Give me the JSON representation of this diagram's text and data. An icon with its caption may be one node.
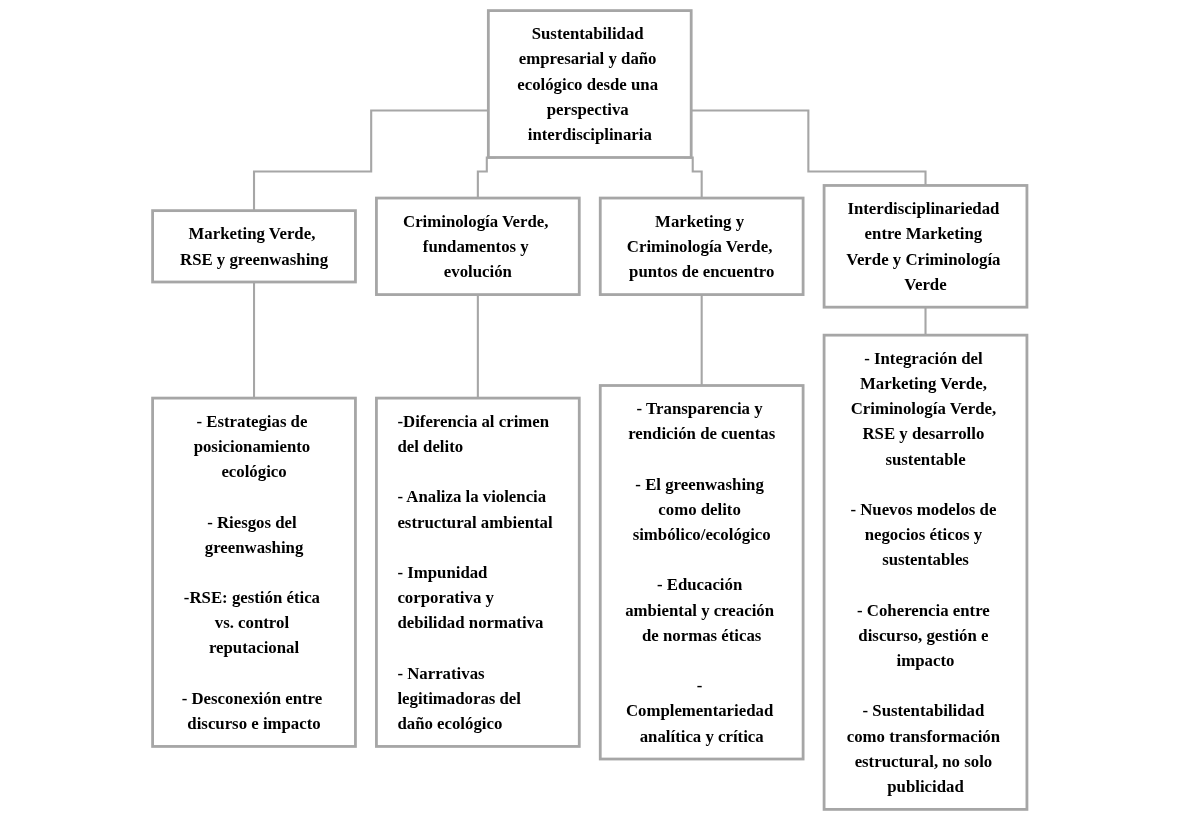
{
  "diagram": {
    "nodes": [
      {
        "text": [
          "Sustentabilidad empresarial y daño ecológico desde una perspectiva interdisciplinaria"
        ]
      },
      {
        "text": [
          "Marketing Verde, RSE y greenwashing"
        ]
      },
      {
        "text": [
          "Criminología Verde, fundamentos y evolución"
        ]
      },
      {
        "text": [
          "Marketing y Criminología Verde, puntos de encuentro"
        ]
      },
      {
        "text": [
          "Interdisciplinariedad entre Marketing Verde y Criminología Verde"
        ]
      },
      {
        "text": [
          "- Estrategias de posicionamiento ecológico",
          "- Riesgos del greenwashing",
          "-RSE: gestión ética vs. control reputacional",
          "- Desconexión entre discurso e impacto"
        ]
      },
      {
        "text": [
          "-Diferencia al crimen del delito",
          "- Analiza la violencia estructural ambiental",
          "- Impunidad corporativa y debilidad normativa",
          "- Narrativas legitimadoras del daño ecológico"
        ]
      },
      {
        "text": [
          "- Transparencia y rendición de cuentas",
          "- El greenwashing como delito simbólico/ecológico",
          "- Educación ambiental y creación de normas éticas",
          "- Complementariedad analítica y crítica"
        ]
      },
      {
        "text": [
          "- Integración del Marketing Verde, Criminología Verde, RSE y desarrollo sustentable",
          "- Nuevos modelos de negocios éticos y sustentables",
          "- Coherencia entre discurso, gestión e impacto",
          "- Sustentabilidad como transformación estructural, no solo publicidad"
        ]
      }
    ],
    "edges": [
      {
        "from": 0,
        "to": 1,
        "arrow": "none"
      },
      {
        "from": 0,
        "to": 2,
        "arrow": "none"
      },
      {
        "from": 0,
        "to": 3,
        "arrow": "none"
      },
      {
        "from": 0,
        "to": 4,
        "arrow": "none"
      },
      {
        "from": 1,
        "to": 5,
        "arrow": "none"
      },
      {
        "from": 2,
        "to": 6,
        "arrow": "none"
      },
      {
        "from": 3,
        "to": 7,
        "arrow": "none"
      },
      {
        "from": 4,
        "to": 8,
        "arrow": "none"
      }
    ]
  }
}
